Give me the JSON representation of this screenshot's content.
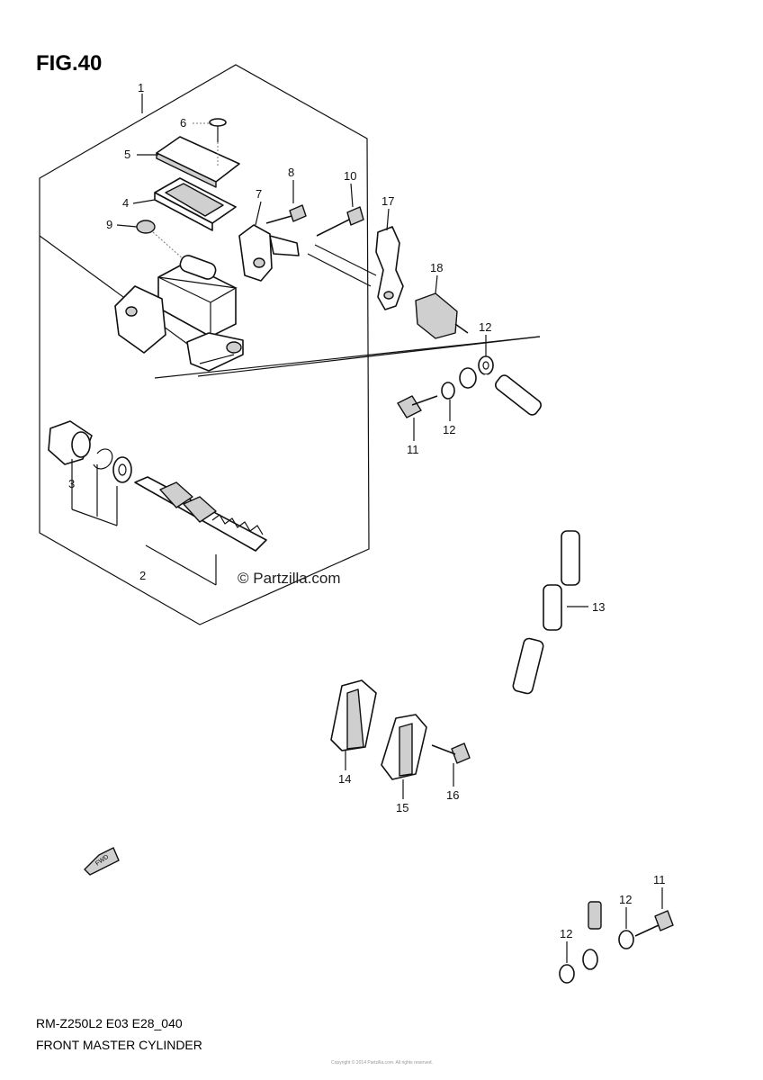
{
  "figure": {
    "title": "FIG.40",
    "watermark": "© Partzilla.com",
    "caption_line1": "RM-Z250L2 E03 E28_040",
    "caption_line2": "FRONT MASTER CYLINDER",
    "fwd_label": "FWD",
    "footer_small": "Copyright © 2014 Partzilla.com. All rights reserved."
  },
  "callouts": [
    {
      "id": "c1",
      "label": "1"
    },
    {
      "id": "c2",
      "label": "2"
    },
    {
      "id": "c3",
      "label": "3"
    },
    {
      "id": "c4",
      "label": "4"
    },
    {
      "id": "c5",
      "label": "5"
    },
    {
      "id": "c6",
      "label": "6"
    },
    {
      "id": "c7",
      "label": "7"
    },
    {
      "id": "c8",
      "label": "8"
    },
    {
      "id": "c9",
      "label": "9"
    },
    {
      "id": "c10",
      "label": "10"
    },
    {
      "id": "c11a",
      "label": "11"
    },
    {
      "id": "c11b",
      "label": "11"
    },
    {
      "id": "c12a",
      "label": "12"
    },
    {
      "id": "c12b",
      "label": "12"
    },
    {
      "id": "c12c",
      "label": "12"
    },
    {
      "id": "c12d",
      "label": "12"
    },
    {
      "id": "c13",
      "label": "13"
    },
    {
      "id": "c14",
      "label": "14"
    },
    {
      "id": "c15",
      "label": "15"
    },
    {
      "id": "c16",
      "label": "16"
    },
    {
      "id": "c17",
      "label": "17"
    },
    {
      "id": "c18",
      "label": "18"
    }
  ]
}
